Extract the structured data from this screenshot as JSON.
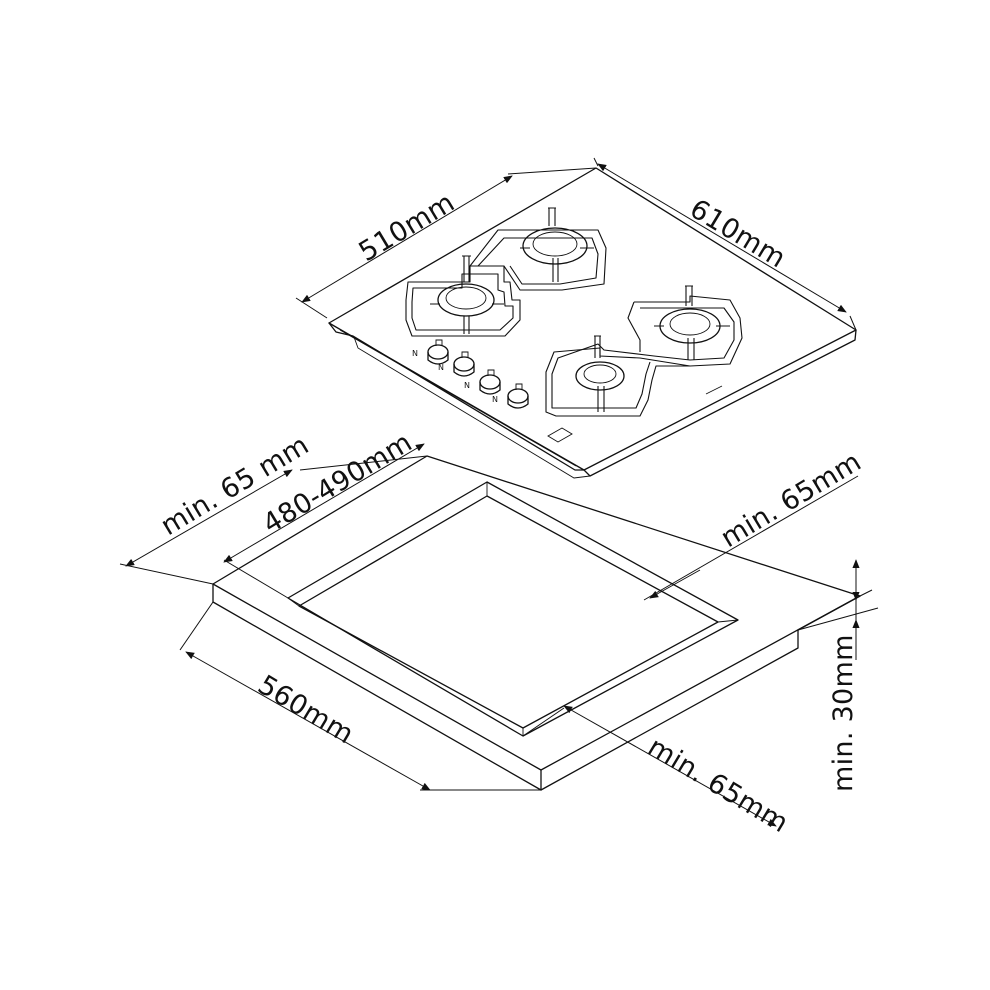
{
  "dimensions": {
    "hob_depth": "510mm",
    "hob_width": "610mm",
    "front_clearance": "min. 65 mm",
    "cutout_depth": "480-490mm",
    "side_clearance": "min. 65mm",
    "cutout_width": "560mm",
    "rear_clearance": "min. 65mm",
    "worktop_thickness": "min. 30mm"
  }
}
